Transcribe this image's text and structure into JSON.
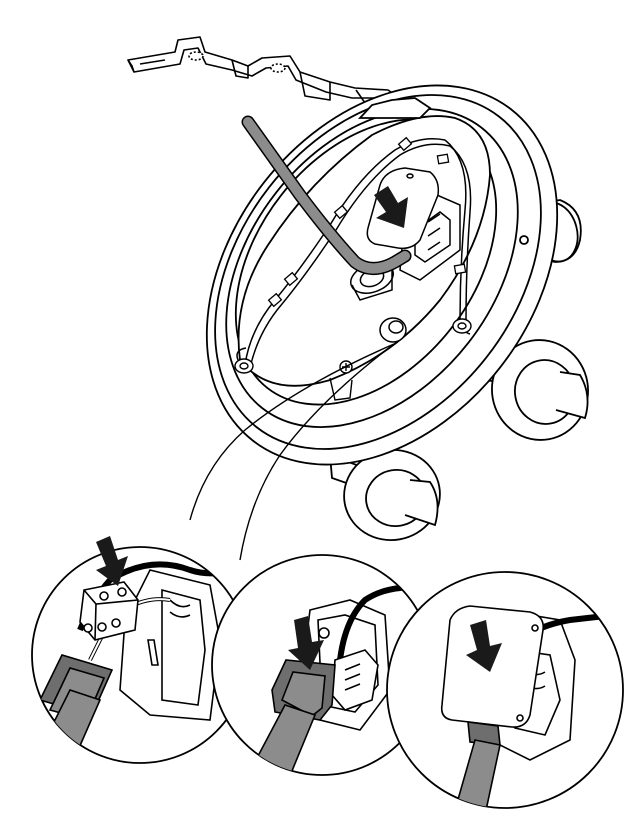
{
  "diagram": {
    "colors": {
      "line": "#000000",
      "background": "#ffffff",
      "cable": "#8c8c8c",
      "cable_dark": "#6e6e6e",
      "arrow": "#1a1a1a"
    },
    "icons": [
      "mounting-bracket",
      "luminaire-housing",
      "power-cable",
      "down-arrow",
      "terminal-block",
      "cable-gland",
      "cover-plate"
    ],
    "detail_steps": [
      {
        "step": 1,
        "action": "insert-wires-into-terminal"
      },
      {
        "step": 2,
        "action": "seat-cable-gland"
      },
      {
        "step": 3,
        "action": "attach-cover-plate"
      }
    ]
  }
}
